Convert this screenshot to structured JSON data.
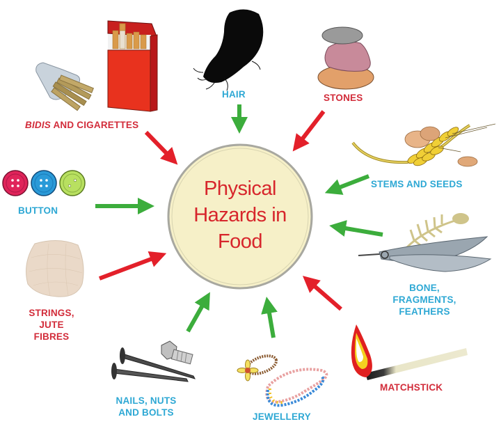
{
  "diagram": {
    "title_lines": [
      "Physical",
      "Hazards in",
      "Food"
    ],
    "colors": {
      "title_text": "#d7262c",
      "circle_fill": "#f6f0c8",
      "circle_border": "#a8a8a0",
      "label_blue": "#2ea8d4",
      "label_red": "#d22c3a",
      "arrow_green": "#3cad3c",
      "arrow_red": "#e3202a"
    },
    "items": [
      {
        "id": "bidis",
        "label_italic": "BIDIS",
        "label_rest": " AND CIGARETTES",
        "color": "red",
        "arrow": "red",
        "icon": "cigarette-pack-icon"
      },
      {
        "id": "hair",
        "label": "HAIR",
        "color": "blue",
        "arrow": "green",
        "icon": "hair-icon"
      },
      {
        "id": "stones",
        "label": "STONES",
        "color": "red",
        "arrow": "red",
        "icon": "stones-icon"
      },
      {
        "id": "stems",
        "label": "STEMS AND SEEDS",
        "color": "blue",
        "arrow": "green",
        "icon": "wheat-icon"
      },
      {
        "id": "bone",
        "label_lines": [
          "BONE,",
          "FRAGMENTS,",
          "FEATHERS"
        ],
        "color": "blue",
        "arrow": "green",
        "icon": "feather-bone-icon"
      },
      {
        "id": "matchstick",
        "label": "MATCHSTICK",
        "color": "red",
        "arrow": "red",
        "icon": "matchstick-icon"
      },
      {
        "id": "jewellery",
        "label": "JEWELLERY",
        "color": "blue",
        "arrow": "green",
        "icon": "jewellery-icon"
      },
      {
        "id": "nails",
        "label_lines": [
          "NAILS, NUTS",
          "AND BOLTS"
        ],
        "color": "blue",
        "arrow": "green",
        "icon": "nails-bolt-icon"
      },
      {
        "id": "strings",
        "label_lines": [
          "STRINGS,",
          "JUTE",
          "FIBRES"
        ],
        "color": "red",
        "arrow": "red",
        "icon": "jute-ball-icon"
      },
      {
        "id": "button",
        "label": "BUTTON",
        "color": "blue",
        "arrow": "green",
        "icon": "buttons-icon"
      }
    ]
  }
}
